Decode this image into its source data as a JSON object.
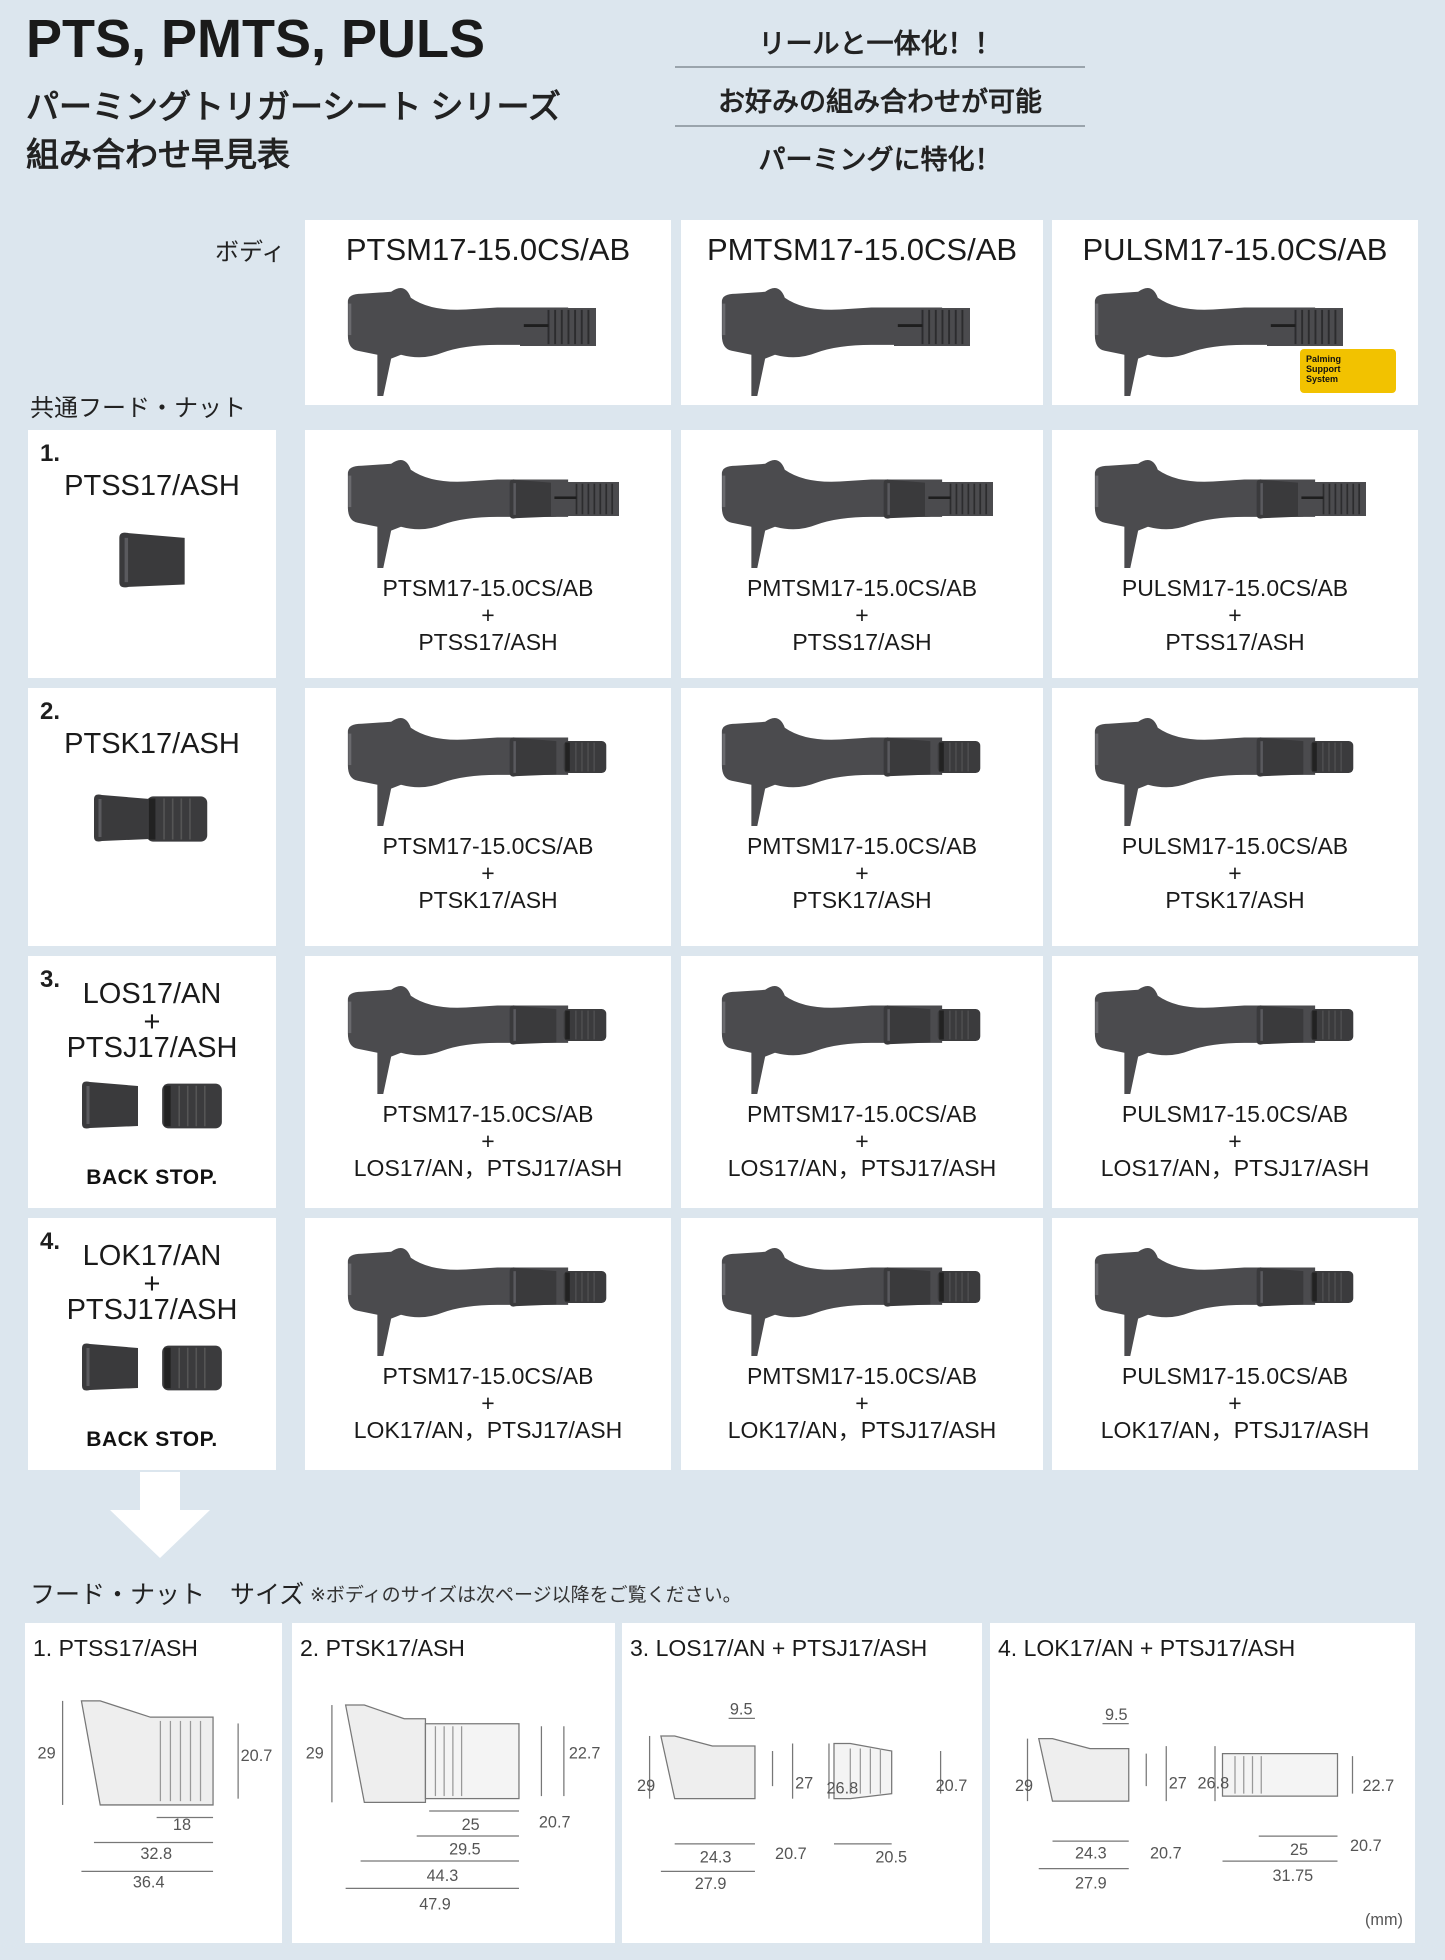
{
  "header": {
    "title": "PTS, PMTS, PULS",
    "subtitle_1": "パーミングトリガーシート シリーズ",
    "subtitle_2": "組み合わせ早見表",
    "taglines": [
      "リールと一体化！！",
      "お好みの組み合わせが可能",
      "パーミングに特化！"
    ]
  },
  "body_row": {
    "label": "ボディ",
    "bodies": [
      "PTSM17-15.0CS/AB",
      "PMTSM17-15.0CS/AB",
      "PULSM17-15.0CS/AB"
    ],
    "badge": [
      "Palming",
      "Support",
      "System"
    ]
  },
  "hood_label": "共通フード・ナット",
  "plus": "+",
  "rows": [
    {
      "num": "1.",
      "name": [
        "PTSS17/ASH"
      ],
      "backstop": "",
      "parts_text": "PTSS17/ASH"
    },
    {
      "num": "2.",
      "name": [
        "PTSK17/ASH"
      ],
      "backstop": "",
      "parts_text": "PTSK17/ASH"
    },
    {
      "num": "3.",
      "name": [
        "LOS17/AN",
        "+",
        "PTSJ17/ASH"
      ],
      "backstop": "BACK STOP.",
      "parts_text": "LOS17/AN，PTSJ17/ASH"
    },
    {
      "num": "4.",
      "name": [
        "LOK17/AN",
        "+",
        "PTSJ17/ASH"
      ],
      "backstop": "BACK STOP.",
      "parts_text": "LOK17/AN，PTSJ17/ASH"
    }
  ],
  "sizes": {
    "label": "フード・ナット　サイズ",
    "note": "※ボディのサイズは次ページ以降をご覧ください。",
    "unit": "(mm)",
    "panels": [
      {
        "title": "1. PTSS17/ASH",
        "dims": [
          "29",
          "20.7",
          "18",
          "32.8",
          "36.4"
        ]
      },
      {
        "title": "2. PTSK17/ASH",
        "dims": [
          "29",
          "22.7",
          "20.7",
          "25",
          "29.5",
          "44.3",
          "47.9"
        ]
      },
      {
        "title": "3. LOS17/AN + PTSJ17/ASH",
        "dims": [
          "9.5",
          "29",
          "27",
          "24.3",
          "20.7",
          "27.9",
          "26.8",
          "20.7",
          "20.5"
        ]
      },
      {
        "title": "4. LOK17/AN + PTSJ17/ASH",
        "dims": [
          "9.5",
          "29",
          "27",
          "26.8",
          "22.7",
          "24.3",
          "20.7",
          "25",
          "20.7",
          "27.9",
          "31.75"
        ]
      }
    ]
  },
  "colors": {
    "background": "#dce6ee",
    "card": "#ffffff",
    "grip": "#4a4a4c",
    "badge": "#f2c200"
  }
}
